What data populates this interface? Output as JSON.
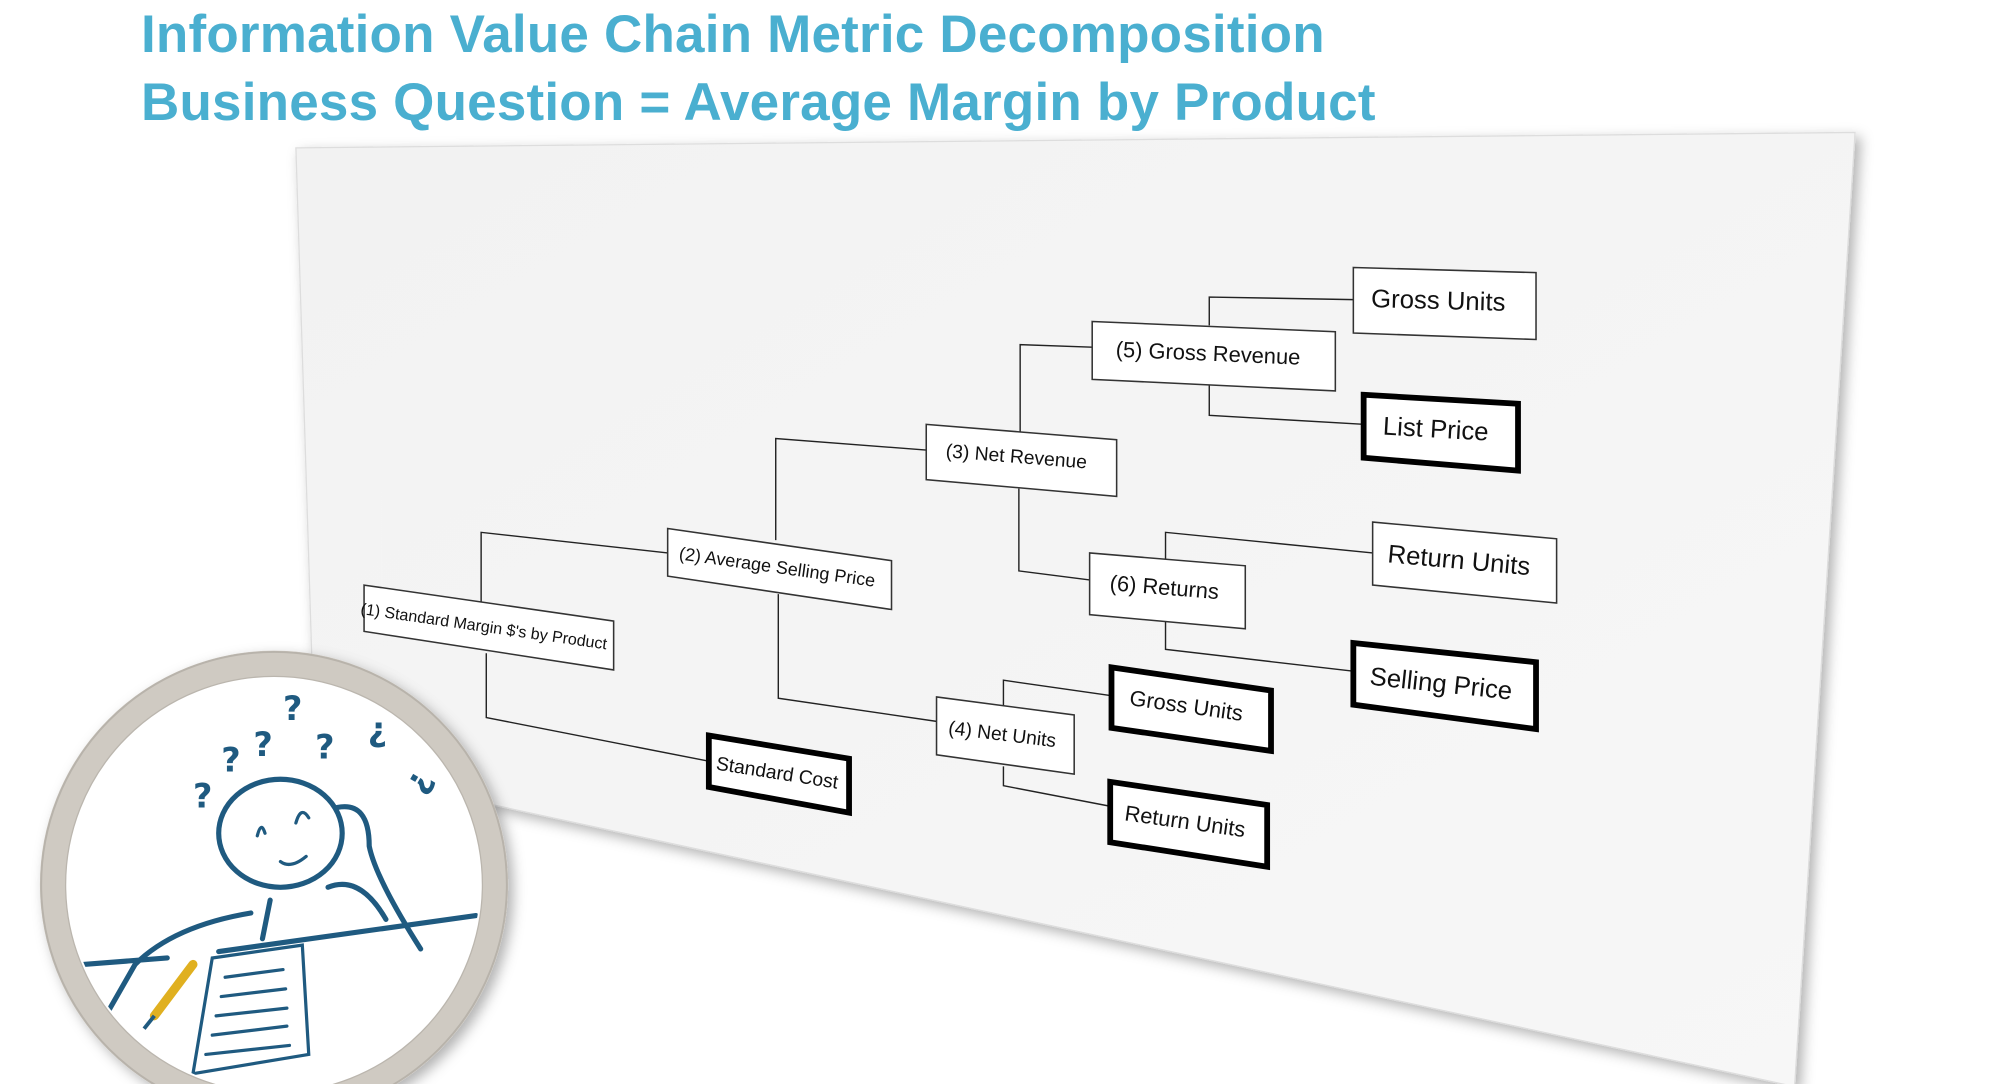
{
  "header": {
    "title_line1": "Information Value Chain Metric Decomposition",
    "title_line2": "Business Question = Average Margin by Product",
    "color": "#4aafd0"
  },
  "diagram": {
    "nodes": [
      {
        "id": "1",
        "label": "(1) Standard Margin $'s by Product",
        "emphasis": false
      },
      {
        "id": "2",
        "label": "(2) Average Selling Price",
        "emphasis": false
      },
      {
        "id": "3",
        "label": "(3) Net Revenue",
        "emphasis": false
      },
      {
        "id": "4",
        "label": "(4) Net Units",
        "emphasis": false
      },
      {
        "id": "5",
        "label": "(5) Gross Revenue",
        "emphasis": false
      },
      {
        "id": "6",
        "label": "(6) Returns",
        "emphasis": false
      },
      {
        "id": "standard-cost",
        "label": "Standard Cost",
        "emphasis": true
      },
      {
        "id": "gross-units-5",
        "label": "Gross Units",
        "emphasis": false
      },
      {
        "id": "list-price",
        "label": "List Price",
        "emphasis": true
      },
      {
        "id": "return-units-6",
        "label": "Return Units",
        "emphasis": false
      },
      {
        "id": "selling-price",
        "label": "Selling Price",
        "emphasis": true
      },
      {
        "id": "gross-units-4",
        "label": "Gross Units",
        "emphasis": true
      },
      {
        "id": "return-units-4",
        "label": "Return Units",
        "emphasis": true
      }
    ],
    "edges": [
      [
        "1",
        "2"
      ],
      [
        "1",
        "standard-cost"
      ],
      [
        "2",
        "3"
      ],
      [
        "2",
        "4"
      ],
      [
        "3",
        "5"
      ],
      [
        "3",
        "6"
      ],
      [
        "5",
        "gross-units-5"
      ],
      [
        "5",
        "list-price"
      ],
      [
        "6",
        "return-units-6"
      ],
      [
        "6",
        "selling-price"
      ],
      [
        "4",
        "gross-units-4"
      ],
      [
        "4",
        "return-units-4"
      ]
    ]
  },
  "illustration": {
    "icon": "confused-thinking-person-icon"
  }
}
